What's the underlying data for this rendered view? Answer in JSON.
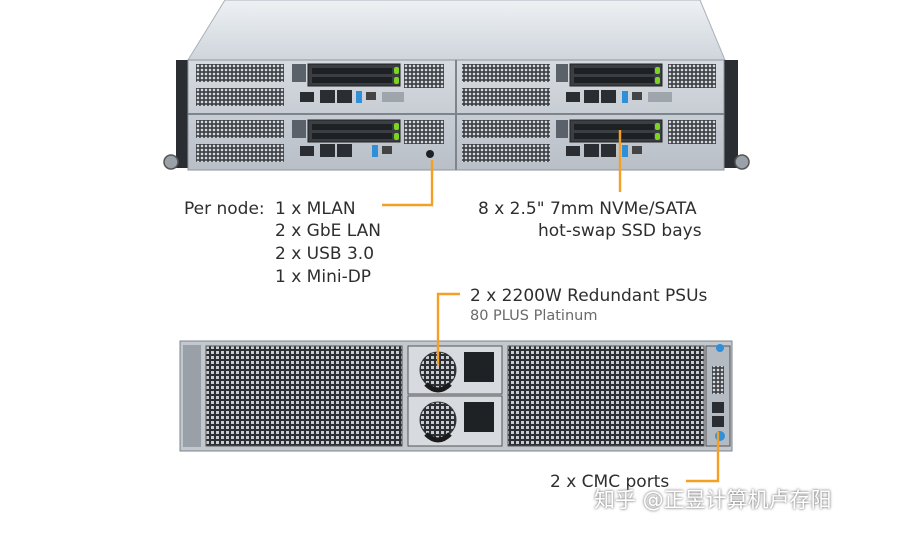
{
  "callouts": {
    "per_node_lead": "Per node:",
    "per_node_items": [
      "1 x MLAN",
      "2 x GbE LAN",
      "2 x USB 3.0",
      "1 x Mini-DP"
    ],
    "ssd_line1": "8 x 2.5\" 7mm NVMe/SATA",
    "ssd_line2": "hot-swap SSD bays",
    "psu_line1": "2 x 2200W Redundant PSUs",
    "psu_line2": "80 PLUS Platinum",
    "cmc": "2 x CMC ports"
  },
  "watermark": "知乎 @正昱计算机卢存阳",
  "colors": {
    "callout_line": "#f5a024",
    "chassis": "#c9ced6",
    "accent_blue": "#2f8fd8",
    "drive_green": "#7dd321",
    "label_text": "#2e2e2e"
  }
}
